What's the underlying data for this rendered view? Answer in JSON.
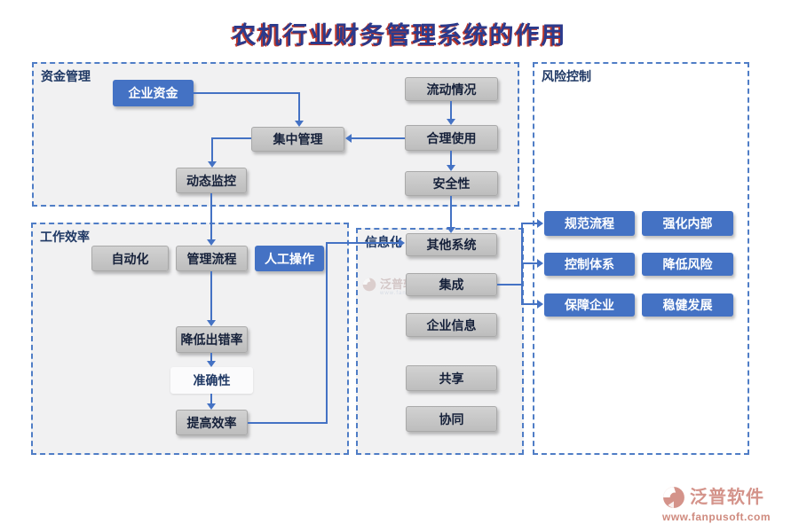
{
  "title": "农机行业财务管理系统的作用",
  "sections": {
    "funds": {
      "label": "资金管理"
    },
    "efficiency": {
      "label": "工作效率"
    },
    "info": {
      "label": "信息化"
    },
    "risk": {
      "label": "风险控制"
    }
  },
  "nodes": {
    "enterprise_funds": {
      "label": "企业资金",
      "style": "blue"
    },
    "centralized_mgmt": {
      "label": "集中管理",
      "style": "gray"
    },
    "dynamic_monitoring": {
      "label": "动态监控",
      "style": "gray"
    },
    "liquidity_status": {
      "label": "流动情况",
      "style": "gray"
    },
    "rational_use": {
      "label": "合理使用",
      "style": "gray"
    },
    "security": {
      "label": "安全性",
      "style": "gray"
    },
    "automation": {
      "label": "自动化",
      "style": "gray"
    },
    "mgmt_process": {
      "label": "管理流程",
      "style": "gray"
    },
    "manual_operation": {
      "label": "人工操作",
      "style": "blue"
    },
    "reduce_error_rate": {
      "label": "降低出错率",
      "style": "gray"
    },
    "accuracy": {
      "label": "准确性",
      "style": "light"
    },
    "improve_efficiency": {
      "label": "提高效率",
      "style": "gray"
    },
    "other_systems": {
      "label": "其他系统",
      "style": "gray"
    },
    "integration": {
      "label": "集成",
      "style": "gray"
    },
    "enterprise_info": {
      "label": "企业信息",
      "style": "gray"
    },
    "sharing": {
      "label": "共享",
      "style": "gray"
    },
    "collaboration": {
      "label": "协同",
      "style": "gray"
    },
    "standardize_process": {
      "label": "规范流程",
      "style": "blue"
    },
    "strengthen_internal": {
      "label": "强化内部",
      "style": "blue"
    },
    "control_system": {
      "label": "控制体系",
      "style": "blue"
    },
    "reduce_risk": {
      "label": "降低风险",
      "style": "blue"
    },
    "protect_enterprise": {
      "label": "保障企业",
      "style": "blue"
    },
    "steady_development": {
      "label": "稳健发展",
      "style": "blue"
    }
  },
  "watermark": {
    "brand": "泛普软件",
    "url": "www.fanpusoft.com"
  },
  "colors": {
    "accent_blue": "#4472c4",
    "box_gray": "#c4c4c4",
    "navy_text": "#1f3864",
    "title_navy": "#2b3a8c",
    "title_red_shadow": "#c0392b",
    "watermark_coral": "#d4938a",
    "section_bg": "#f1f1f2"
  }
}
